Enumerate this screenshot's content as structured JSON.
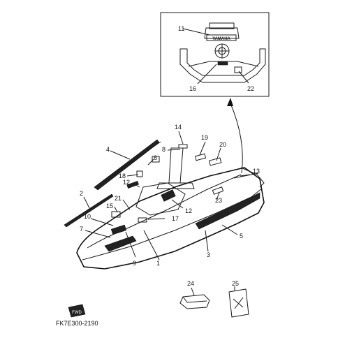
{
  "callouts": {
    "c1": "1",
    "c2": "2",
    "c3": "3",
    "c4": "4",
    "c5": "5",
    "c6": "6",
    "c7": "7",
    "c8": "8",
    "c9": "9",
    "c10": "10",
    "c11": "11",
    "c12a": "12",
    "c12b": "12",
    "c13": "13",
    "c14": "14",
    "c15": "15",
    "c16": "16",
    "c17": "17",
    "c18": "18",
    "c19": "19",
    "c20": "20",
    "c21": "21",
    "c22": "22",
    "c23": "23",
    "c24": "24",
    "c25": "25"
  },
  "brand_text": "YAMAHA",
  "fwd_text": "FWD",
  "diagram_code": "FK7E300-2190",
  "colors": {
    "ink": "#111111",
    "paper": "#ffffff"
  }
}
